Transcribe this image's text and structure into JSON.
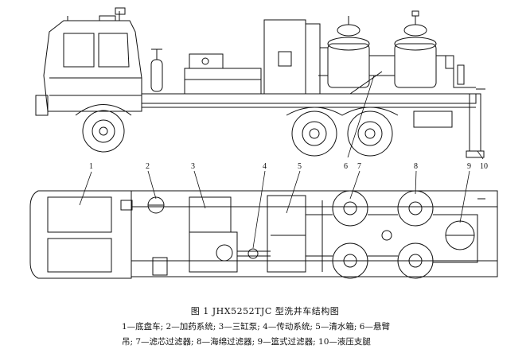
{
  "figure": {
    "caption": "图 1   JHX5252TJC 型洗井车结构图",
    "legend_line1": "1—底盘车; 2—加药系统; 3—三缸泵; 4—传动系统; 5—清水箱; 6—悬臂",
    "legend_line2": "吊; 7—滤芯过滤器; 8—海绵过滤器; 9—篮式过滤器; 10—液压支腿",
    "callouts": [
      "1",
      "2",
      "3",
      "4",
      "5",
      "6",
      "7",
      "8",
      "9",
      "10"
    ]
  }
}
